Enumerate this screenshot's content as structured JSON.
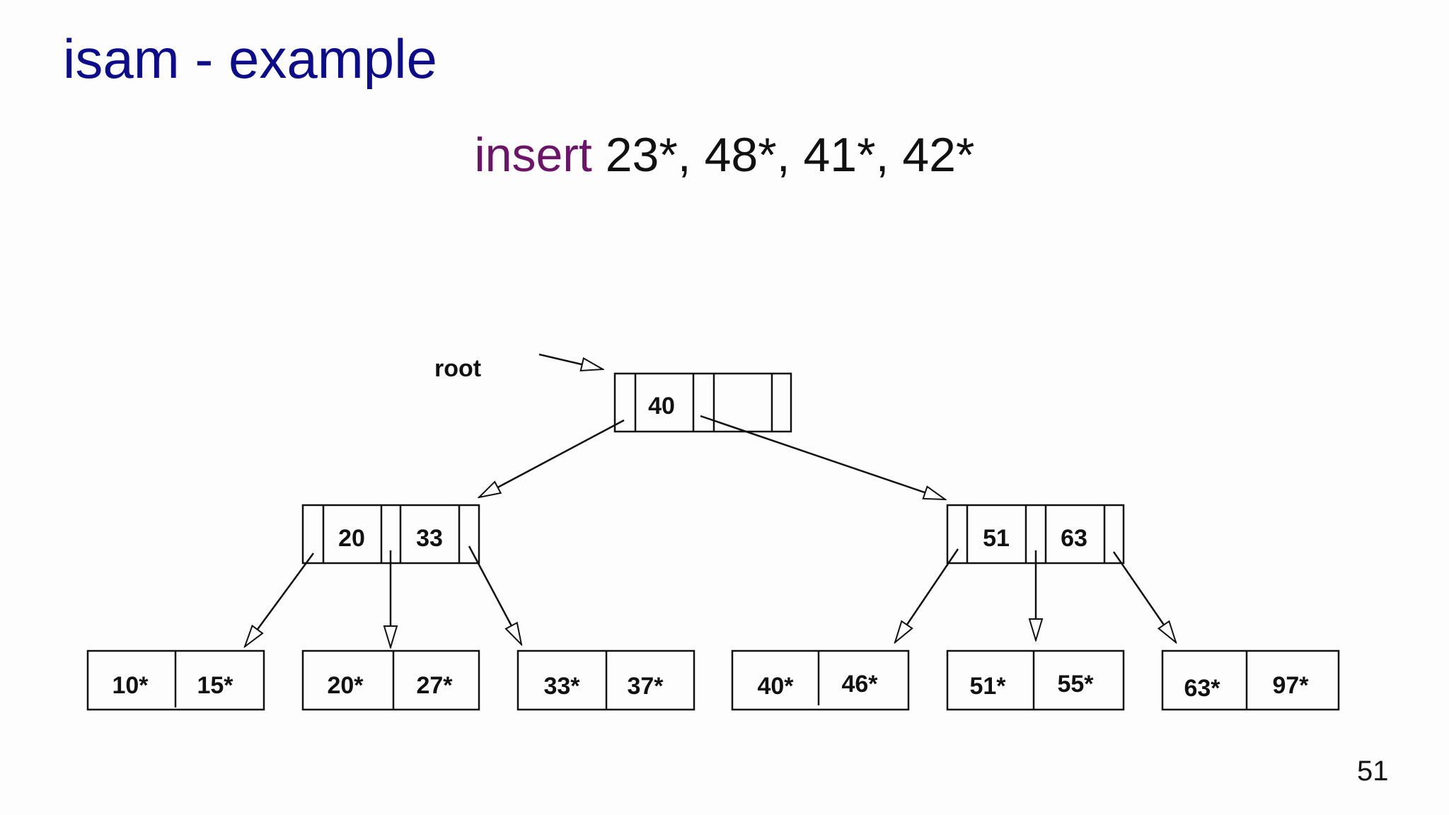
{
  "slide": {
    "title": "isam - example",
    "subtitle_keyword": "insert",
    "subtitle_values": "23*, 48*, 41*, 42*",
    "page_number": "51"
  },
  "tree": {
    "root_label": "root",
    "root_key": "40",
    "index_left": {
      "key1": "20",
      "key2": "33"
    },
    "index_right": {
      "key1": "51",
      "key2": "63"
    },
    "leaves": [
      {
        "a": "10*",
        "b": "15*"
      },
      {
        "a": "20*",
        "b": "27*"
      },
      {
        "a": "33*",
        "b": "37*"
      },
      {
        "a": "40*",
        "b": "46*"
      },
      {
        "a": "51*",
        "b": "55*"
      },
      {
        "a": "63*",
        "b": "97*"
      }
    ]
  }
}
